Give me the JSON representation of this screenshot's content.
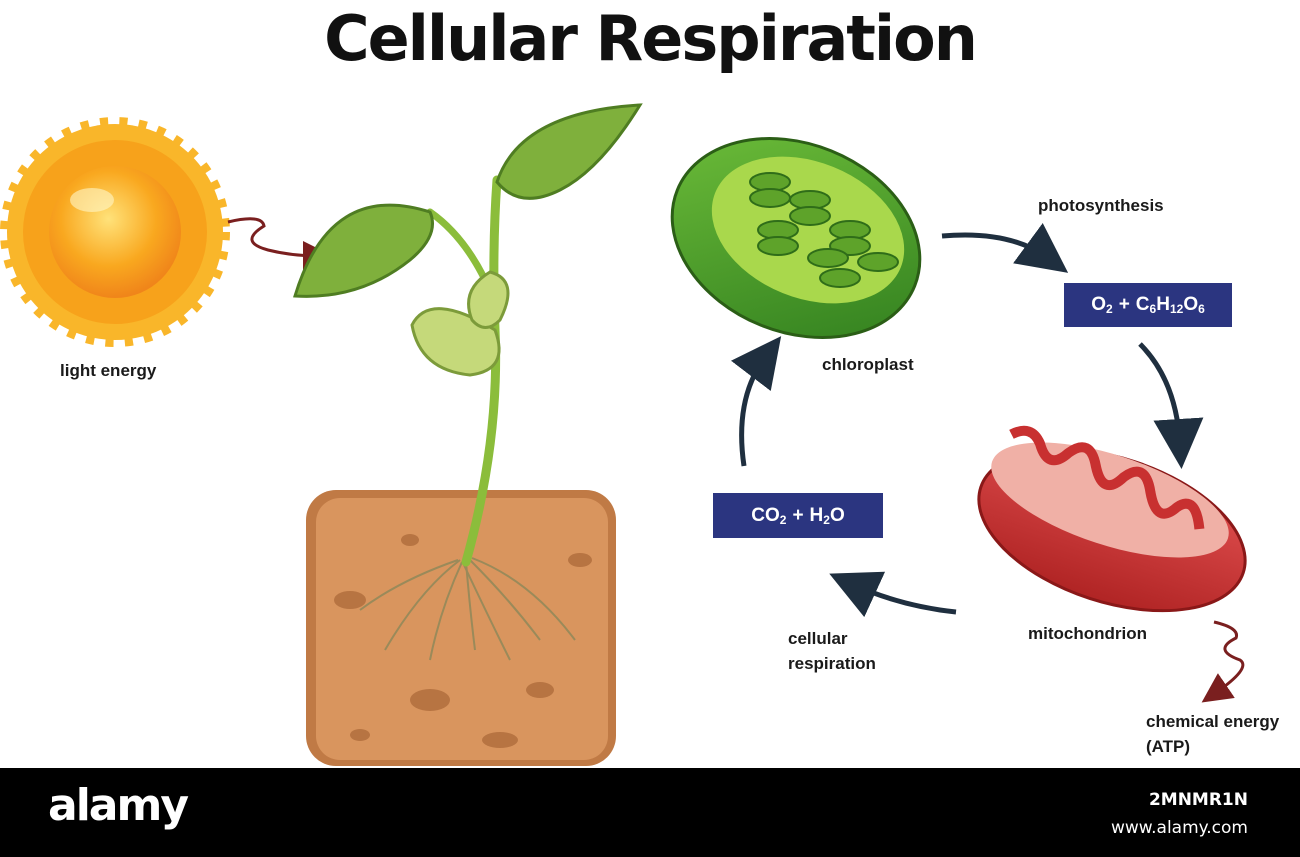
{
  "title": "Cellular Respiration",
  "labels": {
    "light_energy": "light energy",
    "photosynthesis": "photosynthesis",
    "chloroplast": "chloroplast",
    "mitochondrion": "mitochondrion",
    "cellular_respiration_line1": "cellular",
    "cellular_respiration_line2": "respiration",
    "chemical_energy_line1": "chemical energy",
    "chemical_energy_line2": "(ATP)"
  },
  "formulas": {
    "products": {
      "o": "O",
      "o_sub": "2",
      "plus": "+",
      "c": "C",
      "c_sub": "6",
      "h": "H",
      "h_sub": "12",
      "o2": "O",
      "o2_sub": "6"
    },
    "reactants": {
      "co": "CO",
      "co_sub": "2",
      "plus": "+",
      "h": "H",
      "h_sub": "2",
      "o": "O"
    }
  },
  "footer": {
    "brand": "alamy",
    "image_id": "2MNMR1N",
    "site": "www.alamy.com"
  },
  "colors": {
    "formula_bg": "#2b3580",
    "arrow_dark": "#1f2f3f",
    "energy_arrow": "#7a1f1f",
    "sun": "#f7a21b",
    "leaf": "#7fb03c",
    "soil": "#d9955e",
    "chloroplast": "#4f9a2a",
    "mitochondrion": "#d13a3a"
  }
}
